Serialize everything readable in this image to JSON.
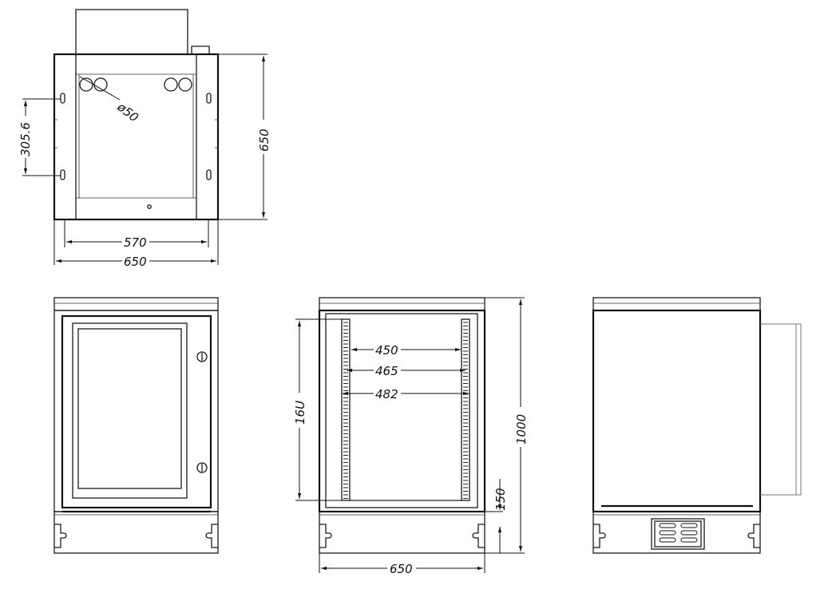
{
  "top_view": {
    "dim_height": "650",
    "dim_inner_width": "570",
    "dim_outer_width": "650",
    "dim_hole_spacing": "305.6",
    "dim_hole_diameter": "ø50"
  },
  "side_view": {
    "dim_450": "450",
    "dim_465": "465",
    "dim_482": "482",
    "dim_rack_units": "16U",
    "dim_total_height": "1000",
    "dim_base_height": "150",
    "dim_width": "650"
  }
}
